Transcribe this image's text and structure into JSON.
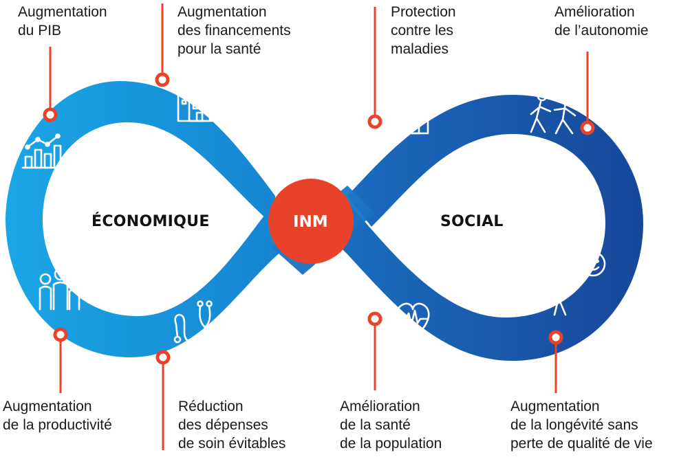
{
  "center": {
    "label": "INM"
  },
  "loops": {
    "left_label": "ÉCONOMIQUE",
    "right_label": "SOCIAL"
  },
  "colors": {
    "loop_left": "#1e9be0",
    "loop_right": "#1a56a6",
    "accent": "#e8432a",
    "text": "#1a1a1a"
  },
  "benefits": {
    "pib": {
      "lines": [
        "Augmentation",
        "du PIB"
      ],
      "icon": "bar-chart-icon"
    },
    "financements": {
      "lines": [
        "Augmentation",
        "des financements",
        "pour la santé"
      ],
      "icon": "hospital-icon"
    },
    "protection": {
      "lines": [
        "Protection",
        "contre les",
        "maladies"
      ],
      "icon": "house-icon"
    },
    "autonomie": {
      "lines": [
        "Amélioration",
        "de l’autonomie"
      ],
      "icon": "walking-people-icon"
    },
    "productivite": {
      "lines": [
        "Augmentation",
        "de la productivité"
      ],
      "icon": "family-icon"
    },
    "depenses": {
      "lines": [
        "Réduction",
        "des dépenses",
        "de soin évitables"
      ],
      "icon": "stethoscope-icon"
    },
    "sante_population": {
      "lines": [
        "Amélioration",
        "de la santé",
        "de la population"
      ],
      "icon": "heart-pulse-icon"
    },
    "longevite": {
      "lines": [
        "Augmentation",
        "de la longévité sans",
        "perte de qualité de vie"
      ],
      "icon": "happy-person-icon"
    }
  }
}
